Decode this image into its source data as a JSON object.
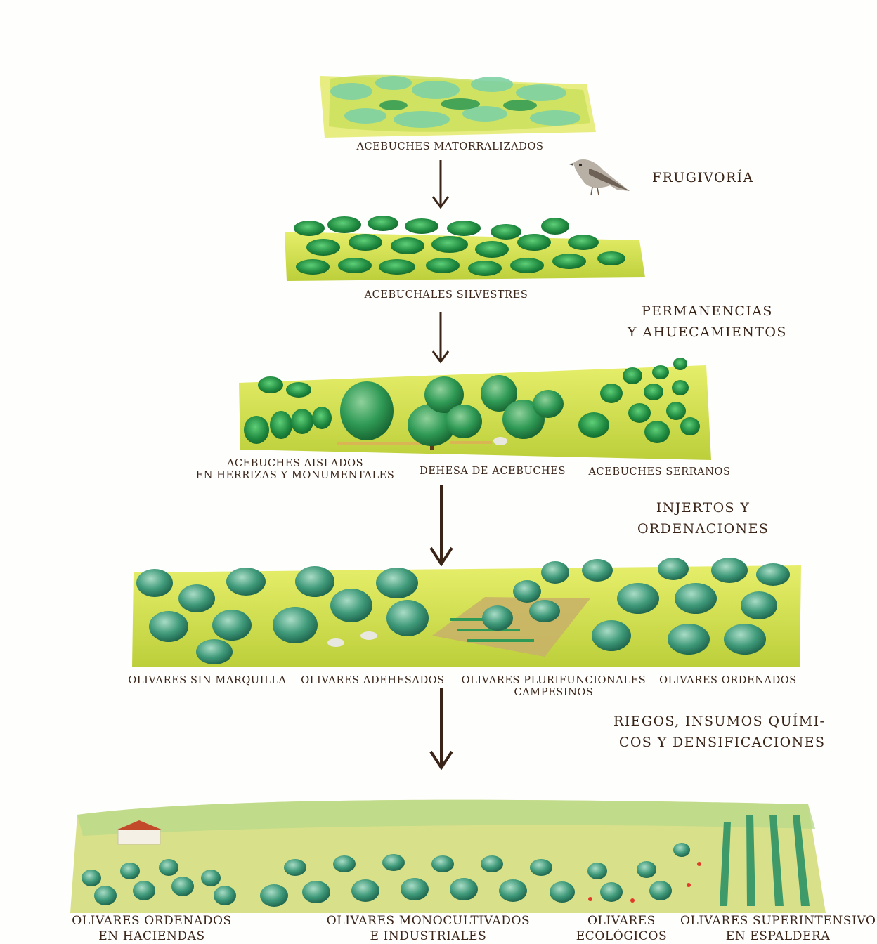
{
  "stages": {
    "s1": {
      "label": "ACEBUCHES MATORRALIZADOS"
    },
    "s2": {
      "label": "ACEBUCHALES SILVESTRES"
    },
    "s3": {
      "labels": [
        "ACEBUCHES AISLADOS",
        "EN HERRIZAS Y MONUMENTALES",
        "DEHESA DE ACEBUCHES",
        "ACEBUCHES SERRANOS"
      ]
    },
    "s4": {
      "labels": [
        "OLIVARES SIN MARQUILLA",
        "OLIVARES ADEHESADOS",
        "OLIVARES PLURIFUNCIONALES",
        "CAMPESINOS",
        "OLIVARES ORDENADOS"
      ]
    },
    "s5": {
      "labels": [
        "OLIVARES ORDENADOS",
        "EN HACIENDAS",
        "OLIVARES MONOCULTIVADOS",
        "E INDUSTRIALES",
        "OLIVARES",
        "ECOLÓGICOS",
        "OLIVARES SUPERINTENSIVOS",
        "EN ESPALDERA"
      ]
    }
  },
  "processes": {
    "p1": [
      "FRUGIVORÍA"
    ],
    "p2": [
      "PERMANENCIAS",
      "Y AHUECAMIENTOS"
    ],
    "p3": [
      "INJERTOS Y",
      "ORDENACIONES"
    ],
    "p4": [
      "RIEGOS, INSUMOS QUÍMI-",
      "COS Y DENSIFICACIONES"
    ]
  },
  "colors": {
    "arrow": "#3a2418",
    "text": "#3a2418",
    "ground": "#c9d84a",
    "tree_dark": "#1d7a3a",
    "tree_mid": "#2f9a55",
    "tree_teal": "#3f9a7a"
  },
  "icons": [
    "bird-icon",
    "down-arrow-icon"
  ]
}
